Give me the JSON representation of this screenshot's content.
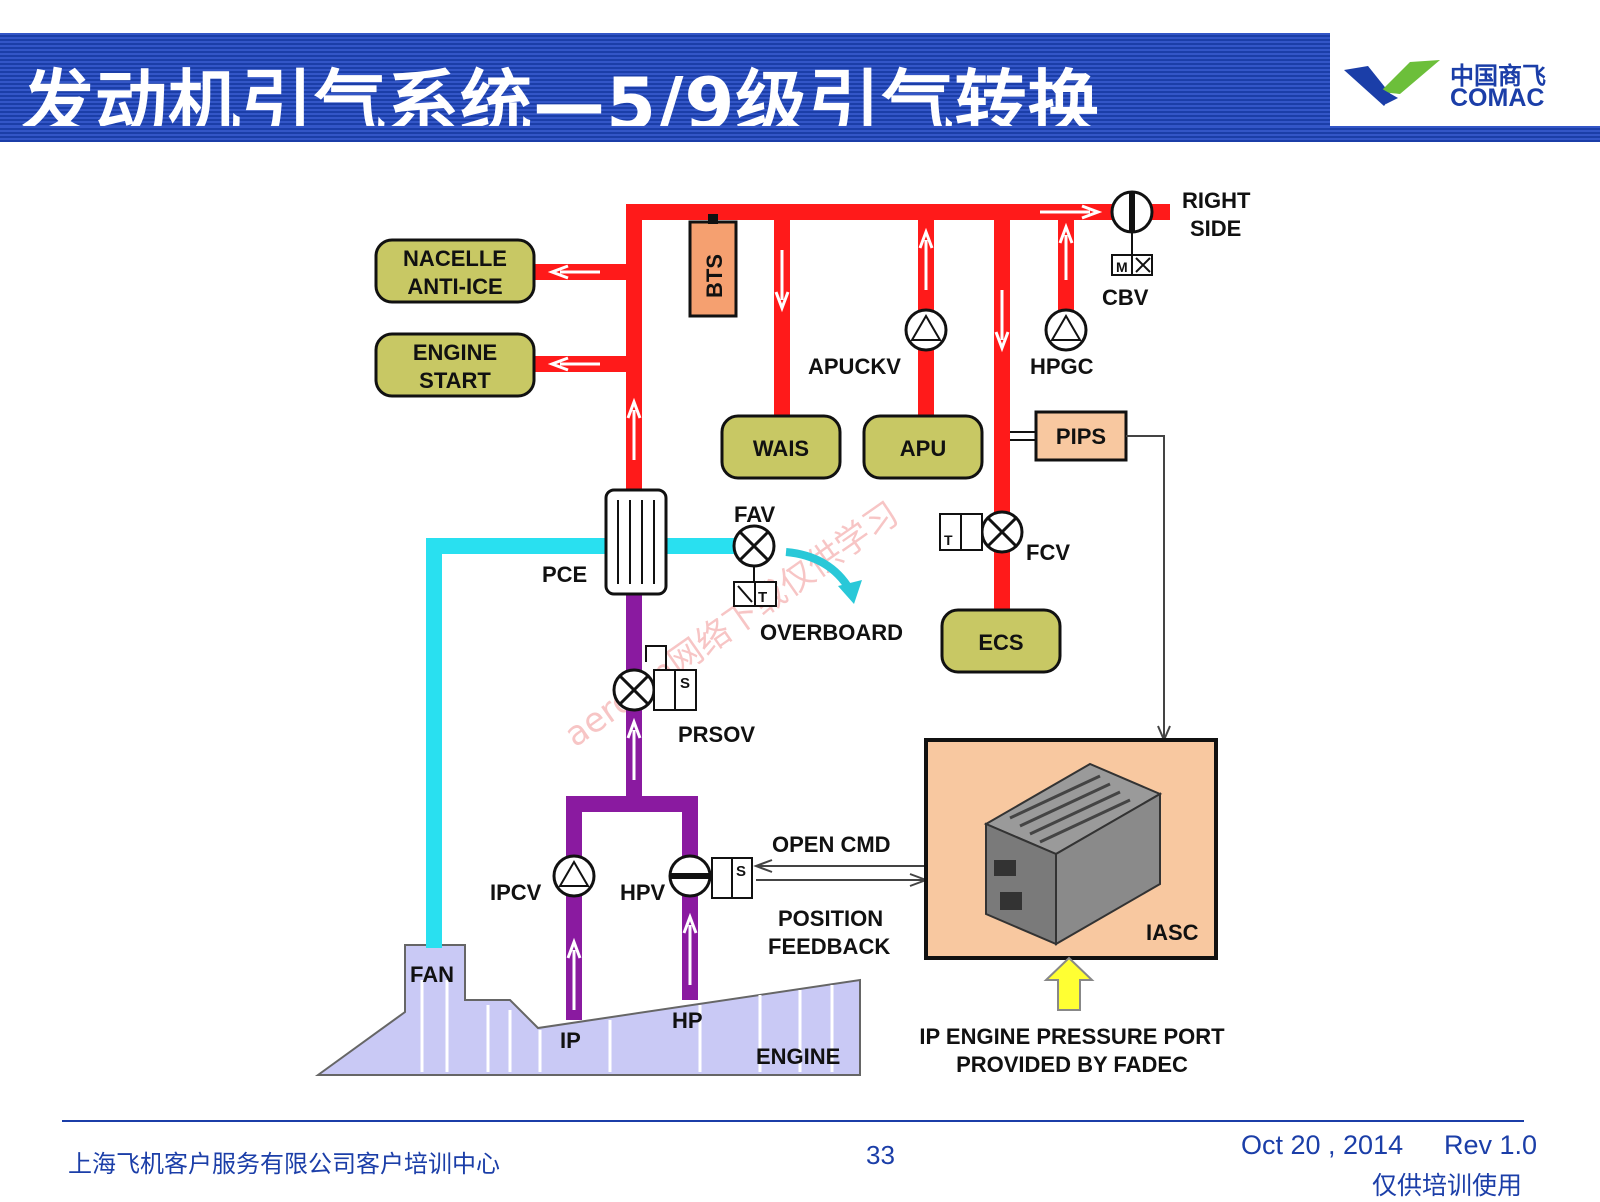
{
  "header": {
    "title": "发动机引气系统—5/9级引气转换"
  },
  "logo": {
    "cn": "中国商飞",
    "en": "COMAC"
  },
  "diagram": {
    "labels": {
      "right_side": [
        "RIGHT",
        "SIDE"
      ],
      "nacelle": [
        "NACELLE",
        "ANTI-ICE"
      ],
      "engine_start": [
        "ENGINE",
        "START"
      ],
      "bts": "BTS",
      "cbv": "CBV",
      "apuckv": "APUCKV",
      "hpgc": "HPGC",
      "wais": "WAIS",
      "apu": "APU",
      "pips": "PIPS",
      "fav": "FAV",
      "fcv": "FCV",
      "pce": "PCE",
      "overboard": "OVERBOARD",
      "ecs": "ECS",
      "prsov": "PRSOV",
      "open_cmd": "OPEN CMD",
      "position_feedback": [
        "POSITION",
        "FEEDBACK"
      ],
      "ipcv": "IPCV",
      "hpv": "HPV",
      "iasc": "IASC",
      "fan": "FAN",
      "ip": "IP",
      "hp": "HP",
      "engine": "ENGINE",
      "ip_port": [
        "IP ENGINE PRESSURE PORT",
        "PROVIDED BY FADEC"
      ],
      "mx": "M",
      "s": "S",
      "t": "T"
    },
    "watermark": "aero.cn网络下载仅供学习"
  },
  "colors": {
    "hp_bleed": "#ff1a1a",
    "ip_bleed": "#8a1aa0",
    "fan_air": "#29e0f0",
    "engine": "#c9c9f5",
    "box_fill": "#c8c864",
    "iasc_fill": "#f8c8a0",
    "title_blue": "#1b3ea8"
  },
  "footer": {
    "org": "上海飞机客户服务有限公司客户培训中心",
    "page": "33",
    "date": "Oct 20 , 2014",
    "rev": "Rev 1.0",
    "note": "仅供培训使用"
  }
}
